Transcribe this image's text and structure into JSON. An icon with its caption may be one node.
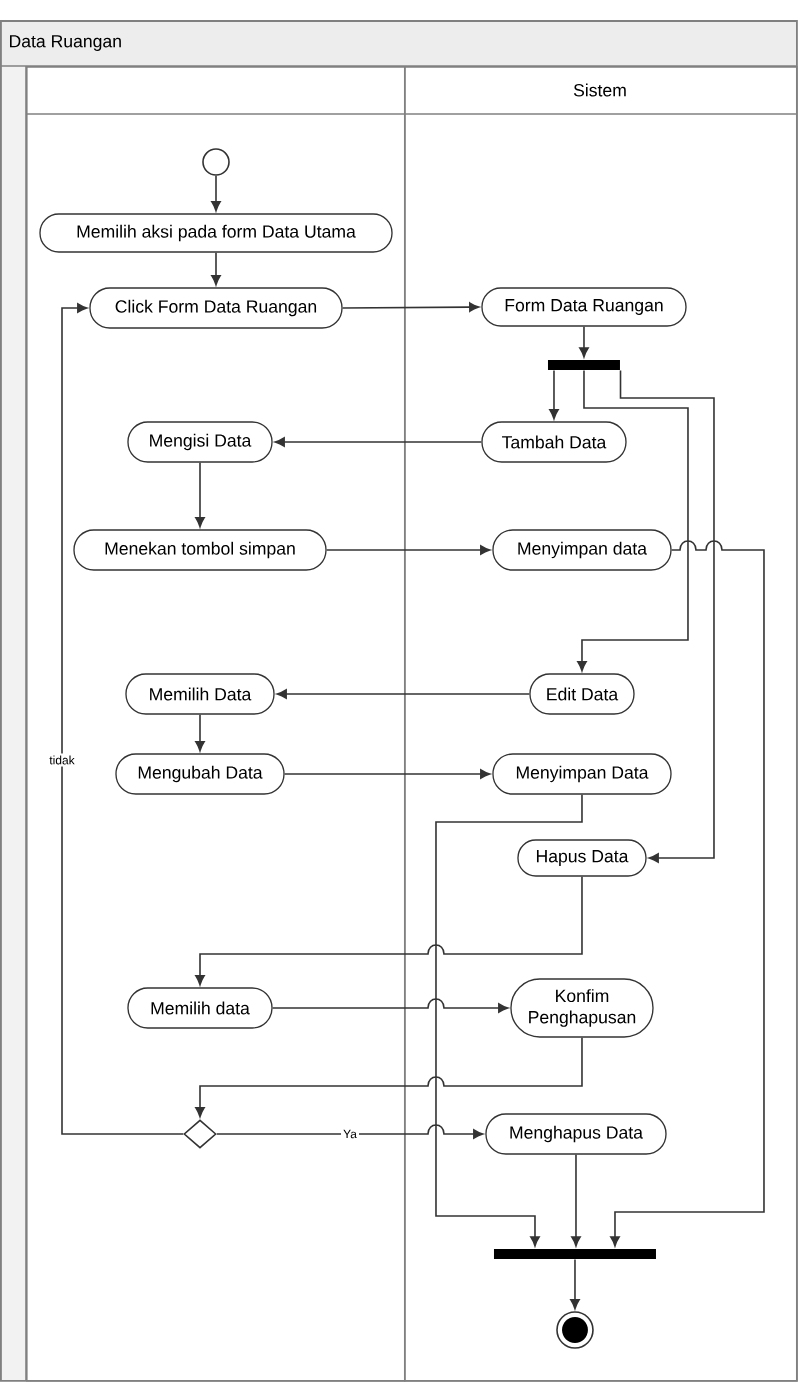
{
  "diagram": {
    "nodes": [
      {
        "text": [
          "Data Ruangan"
        ]
      },
      {
        "text": [],
        "shape": "box",
        "in": 0
      },
      {
        "text": [
          "Sistem"
        ],
        "in": 0
      },
      {
        "text": [],
        "shape": "circle",
        "in": 1
      },
      {
        "text": [
          "Memilih aksi pada form Data Utama"
        ],
        "in": 1
      },
      {
        "text": [
          "Click Form Data Ruangan"
        ],
        "in": 1
      },
      {
        "text": [
          "Form Data Ruangan"
        ],
        "in": 2
      },
      {
        "text": [],
        "shape": "bar",
        "in": 2
      },
      {
        "text": [
          "Mengisi Data"
        ],
        "in": 1
      },
      {
        "text": [
          "Tambah Data"
        ],
        "in": 2
      },
      {
        "text": [
          "Menekan tombol simpan"
        ],
        "in": 1
      },
      {
        "text": [
          "Menyimpan data"
        ],
        "in": 2
      },
      {
        "text": [
          "Memilih Data"
        ],
        "in": 1
      },
      {
        "text": [
          "Edit Data"
        ],
        "in": 2
      },
      {
        "text": [
          "Mengubah Data"
        ],
        "in": 1
      },
      {
        "text": [
          "Menyimpan Data"
        ],
        "in": 2
      },
      {
        "text": [
          "Hapus Data"
        ],
        "in": 2
      },
      {
        "text": [
          "Memilih data"
        ],
        "in": 1
      },
      {
        "text": [
          "Konfim Penghapusan"
        ],
        "in": 2
      },
      {
        "text": [],
        "shape": "diamond",
        "in": 1
      },
      {
        "text": [
          "Menghapus Data"
        ],
        "in": 2
      },
      {
        "text": [],
        "shape": "bar",
        "in": 2
      },
      {
        "text": [],
        "shape": "circle",
        "in": 2
      }
    ],
    "edges": [
      {
        "from": 3,
        "to": 4,
        "arrow": "to"
      },
      {
        "from": 4,
        "to": 5,
        "arrow": "to"
      },
      {
        "from": 5,
        "to": 6,
        "arrow": "to"
      },
      {
        "from": 6,
        "to": 7,
        "arrow": "to"
      },
      {
        "from": 7,
        "to": 9,
        "arrow": "to"
      },
      {
        "from": 7,
        "to": 13,
        "arrow": "to"
      },
      {
        "from": 7,
        "to": 16,
        "arrow": "to"
      },
      {
        "from": 9,
        "to": 8,
        "arrow": "to"
      },
      {
        "from": 8,
        "to": 10,
        "arrow": "to"
      },
      {
        "from": 10,
        "to": 11,
        "arrow": "to"
      },
      {
        "from": 11,
        "to": 21,
        "arrow": "to"
      },
      {
        "from": 13,
        "to": 12,
        "arrow": "to"
      },
      {
        "from": 12,
        "to": 14,
        "arrow": "to"
      },
      {
        "from": 14,
        "to": 15,
        "arrow": "to"
      },
      {
        "from": 15,
        "to": 21,
        "arrow": "to"
      },
      {
        "from": 16,
        "to": 17,
        "arrow": "to"
      },
      {
        "from": 17,
        "to": 18,
        "arrow": "to"
      },
      {
        "from": 18,
        "to": 19,
        "arrow": "to"
      },
      {
        "from": 19,
        "to": 20,
        "arrow": "to",
        "label": "Ya"
      },
      {
        "from": 19,
        "to": 5,
        "arrow": "to",
        "label": "tidak"
      },
      {
        "from": 20,
        "to": 21,
        "arrow": "to"
      },
      {
        "from": 21,
        "to": 22,
        "arrow": "to"
      }
    ]
  }
}
